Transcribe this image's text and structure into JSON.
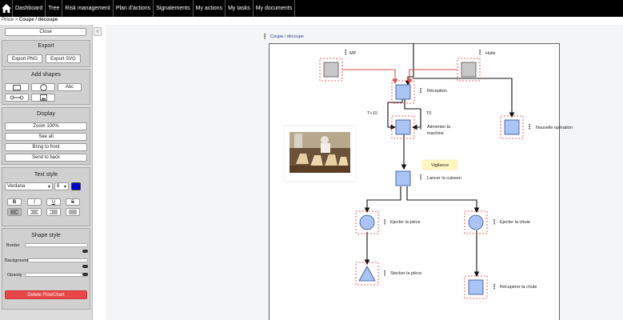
{
  "nav": {
    "home_icon": "home-icon",
    "items": [
      "Dashboard",
      "Tree",
      "Risk management",
      "Plan d'actions",
      "Signalements",
      "My actions",
      "My tasks",
      "My documents"
    ]
  },
  "breadcrumb": {
    "parent": "Pince",
    "separator": ">",
    "current": "Coupe / découpe"
  },
  "sidebar": {
    "close_label": "Close",
    "collapse_glyph": "‹",
    "export": {
      "title": "Export",
      "png": "Export PNG",
      "svg": "Export SVG"
    },
    "shapes": {
      "title": "Add shapes",
      "text_label": "Abc"
    },
    "display": {
      "title": "Display",
      "zoom": "Zoom 100%",
      "see_all": "See all",
      "bring_front": "Bring to front",
      "send_back": "Send to back"
    },
    "text_style": {
      "title": "Text style",
      "font": "Verdana",
      "size": "8",
      "color": "#0000cc",
      "bold": "B",
      "italic": "I",
      "underline": "U",
      "strike": "S"
    },
    "shape_style": {
      "title": "Shape style",
      "border": "Border",
      "background": "Background",
      "opacity": "Opacity"
    },
    "delete_label": "Delete FlowChart"
  },
  "canvas": {
    "title": "Coupe / découpe",
    "nodes": {
      "mp": "MP",
      "huile": "Huile",
      "reception": "Réception",
      "t10": "T+10",
      "t0": "T0",
      "alimenter_1": "Alimenter la",
      "alimenter_2": "machine",
      "nouvelle": "Nouvelle opération",
      "vigilance": "Vigilance",
      "lancer": "Lancer la cuisson",
      "ejecter_piece": "Ejecter la pièce",
      "ejecter_chute": "Ejecter la chute",
      "stocker": "Stocker la pièce",
      "recuperer": "Récupérer la chute"
    },
    "colors": {
      "node_fill": "#a9c4f5",
      "node_stroke": "#33508a",
      "grey_fill": "#c8c8c8",
      "dashed": "#e53935",
      "accent_arrow": "#e06060",
      "vigilance_bg": "#fff7c2"
    }
  }
}
